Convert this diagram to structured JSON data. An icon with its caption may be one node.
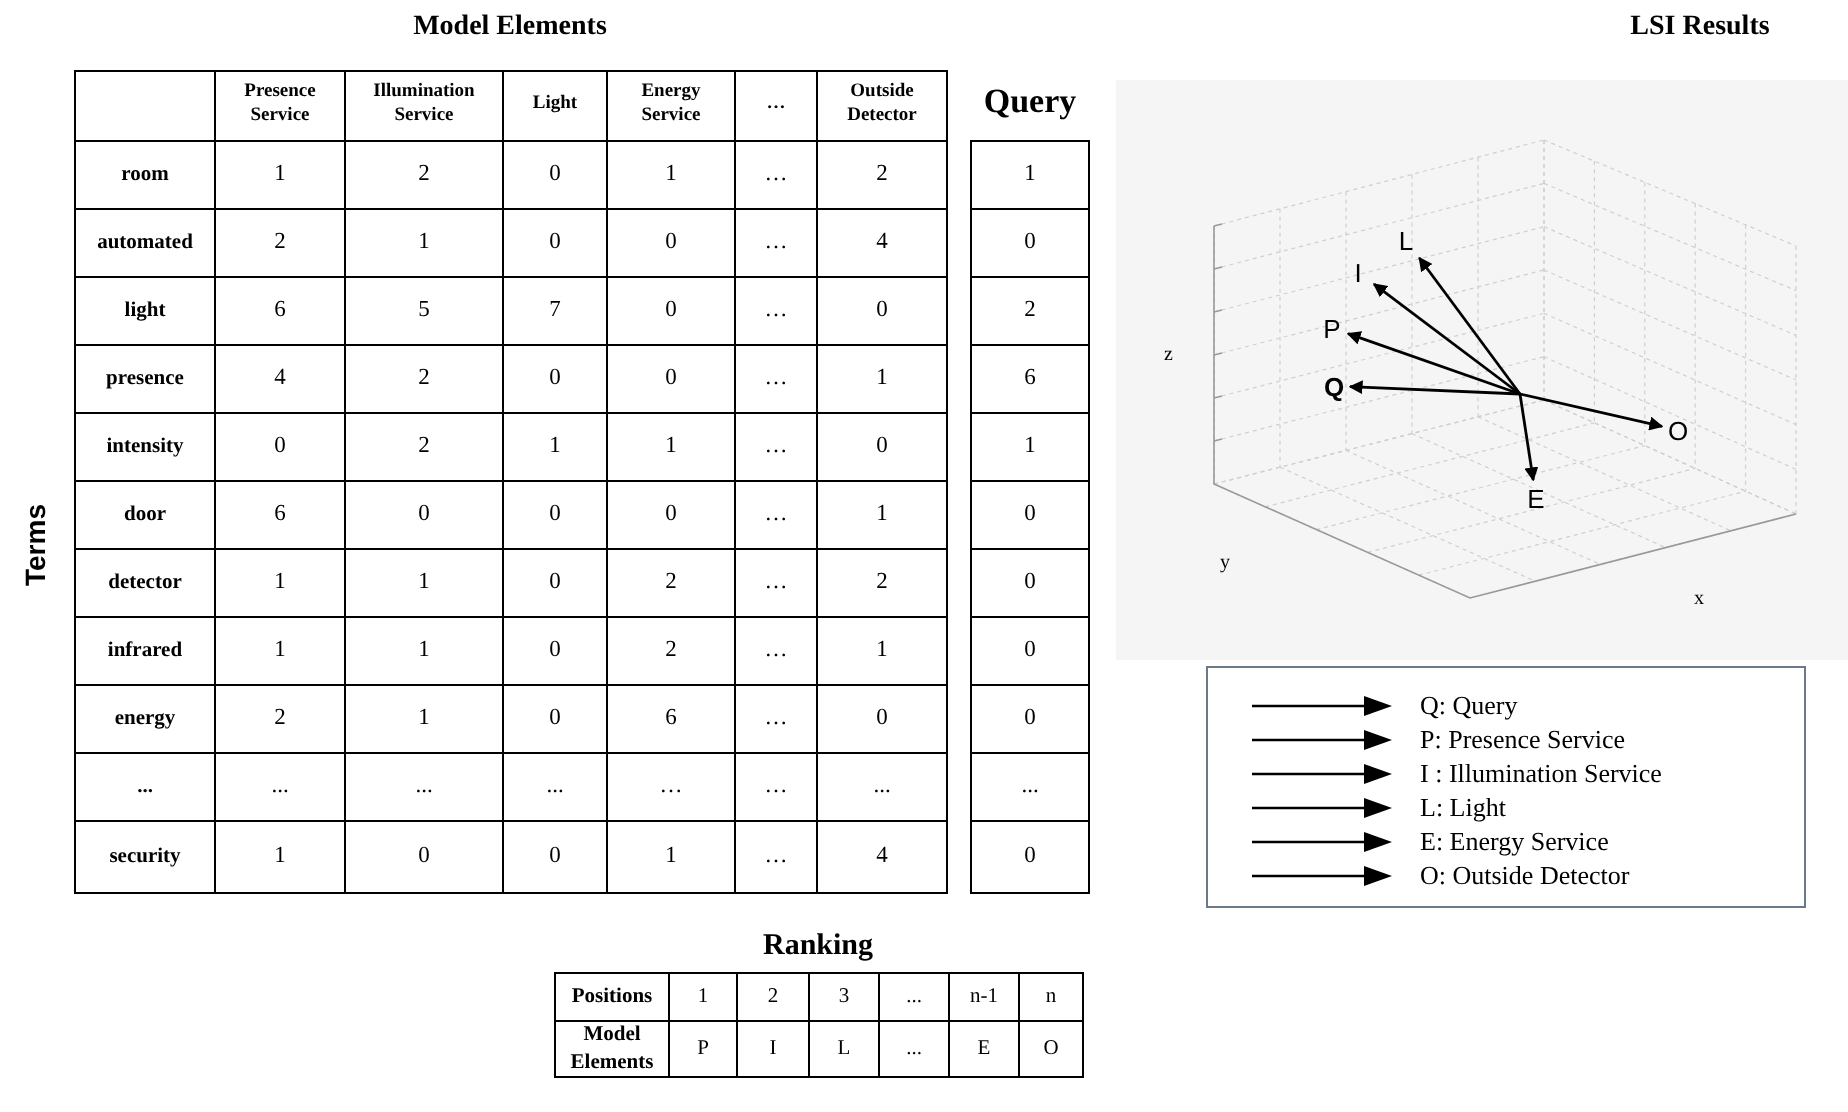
{
  "diagram": {
    "nodes": [
      {
        "text": [
          "L"
        ]
      },
      {
        "text": [
          "I"
        ]
      },
      {
        "text": [
          "P"
        ]
      },
      {
        "text": [
          "Q"
        ]
      },
      {
        "text": [
          "O"
        ]
      },
      {
        "text": [
          "E"
        ]
      }
    ],
    "edges": [
      {
        "from": null,
        "to": 0,
        "arrow": "to"
      },
      {
        "from": null,
        "to": 1,
        "arrow": "to"
      },
      {
        "from": null,
        "to": 2,
        "arrow": "to"
      },
      {
        "from": null,
        "to": 3,
        "arrow": "to"
      },
      {
        "from": null,
        "to": 4,
        "arrow": "to"
      },
      {
        "from": null,
        "to": 5,
        "arrow": "to"
      }
    ],
    "labels": [
      "Model Elements",
      "LSI Results",
      "Presence Service",
      "Illumination Service",
      "Light",
      "Energy Service",
      "…",
      "Outside Detector",
      "Query",
      "room",
      "1",
      "2",
      "0",
      "1",
      "…",
      "2",
      "1",
      "automated",
      "2",
      "1",
      "0",
      "0",
      "…",
      "4",
      "0",
      "light",
      "6",
      "5",
      "7",
      "0",
      "…",
      "0",
      "2",
      "presence",
      "4",
      "2",
      "0",
      "0",
      "…",
      "1",
      "6",
      "intensity",
      "0",
      "2",
      "1",
      "1",
      "…",
      "0",
      "1",
      "door",
      "6",
      "0",
      "0",
      "0",
      "…",
      "1",
      "0",
      "detector",
      "1",
      "1",
      "0",
      "2",
      "…",
      "2",
      "0",
      "infrared",
      "1",
      "1",
      "0",
      "2",
      "…",
      "1",
      "0",
      "energy",
      "2",
      "1",
      "0",
      "6",
      "…",
      "0",
      "0",
      "...",
      "...",
      "...",
      "...",
      "…",
      "…",
      "...",
      "...",
      "security",
      "1",
      "0",
      "0",
      "1",
      "…",
      "4",
      "0",
      "Terms",
      "z",
      "y",
      "x",
      "Ranking",
      "Positions",
      "1",
      "2",
      "3",
      "...",
      "n-1",
      "n",
      "Model Elements",
      "P",
      "I",
      "L",
      "...",
      "E",
      "O"
    ],
    "legend": [
      {
        "text": "Q: Query"
      },
      {
        "text": "P: Presence Service"
      },
      {
        "text": "I : Illumination Service"
      },
      {
        "text": "L: Light"
      },
      {
        "text": "E: Energy Service"
      },
      {
        "text": "O: Outside Detector"
      }
    ]
  }
}
